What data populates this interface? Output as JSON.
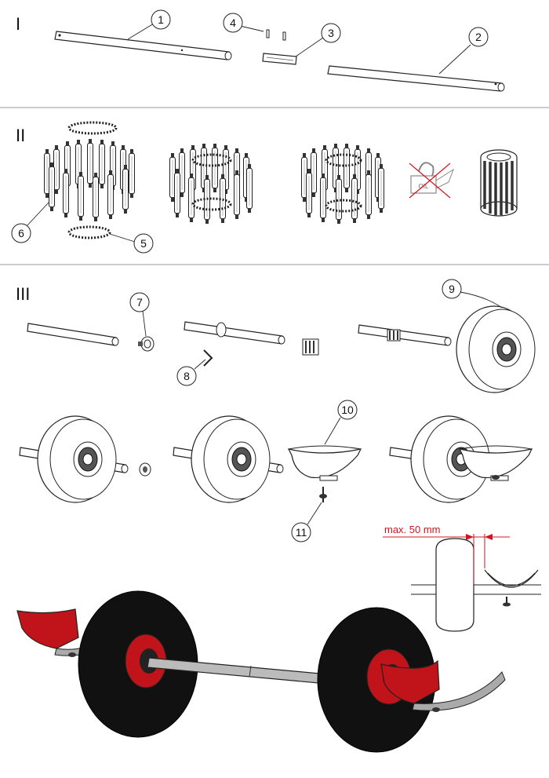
{
  "sections": [
    {
      "numeral": "I"
    },
    {
      "numeral": "II"
    },
    {
      "numeral": "III"
    }
  ],
  "callouts": [
    "1",
    "2",
    "3",
    "4",
    "5",
    "6",
    "7",
    "8",
    "9",
    "10",
    "11"
  ],
  "dimension": {
    "label": "max. 50 mm",
    "color": "#d4141c"
  },
  "oil_label": "OIL",
  "colors": {
    "accent_red": "#c0131a",
    "tire": "#111111",
    "line": "#222222",
    "divider": "#999999"
  }
}
